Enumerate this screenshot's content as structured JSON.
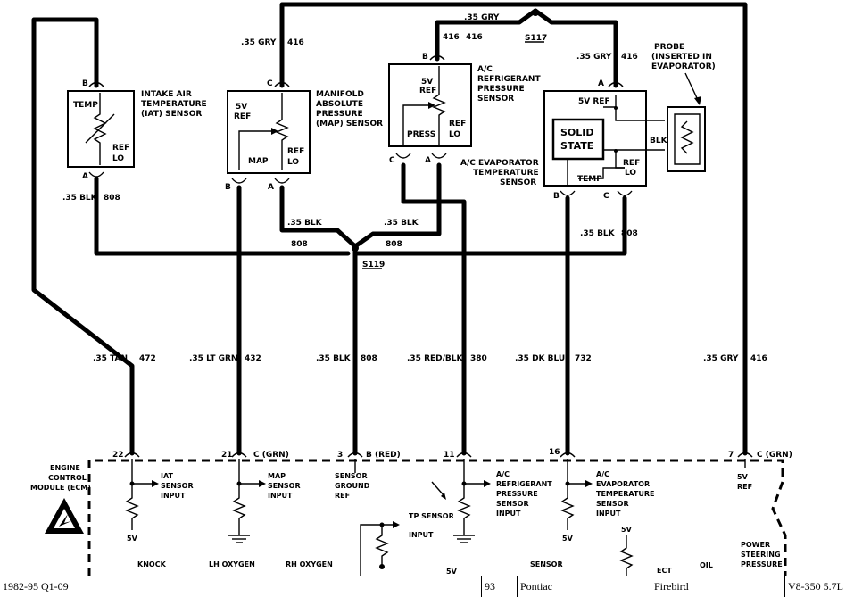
{
  "diagram": {
    "sensors": {
      "iat": {
        "name": "INTAKE AIR",
        "name2": "TEMPERATURE",
        "name3": "(IAT) SENSOR",
        "inner_top": "TEMP",
        "inner_ref": "REF",
        "inner_lo": "LO",
        "pin_top": "B",
        "pin_bottom": "A"
      },
      "map": {
        "name": "MANIFOLD",
        "name2": "ABSOLUTE",
        "name3": "PRESSURE",
        "name4": "(MAP) SENSOR",
        "inner_5v": "5V",
        "inner_ref": "REF",
        "inner_map": "MAP",
        "inner_ref2": "REF",
        "inner_lo": "LO",
        "pin_top": "C",
        "pin_b": "B",
        "pin_a": "A"
      },
      "acrp": {
        "name": "A/C",
        "name2": "REFRIGERANT",
        "name3": "PRESSURE",
        "name4": "SENSOR",
        "inner_5v": "5V",
        "inner_ref": "REF",
        "inner_press": "PRESS",
        "inner_ref2": "REF",
        "inner_lo": "LO",
        "pin_top": "B",
        "pin_c": "C",
        "pin_a": "A"
      },
      "acevap": {
        "name": "A/C EVAPORATOR",
        "name2": "TEMPERATURE",
        "name3": "SENSOR",
        "inner_5vref": "5V REF",
        "solid1": "SOLID",
        "solid2": "STATE",
        "inner_blk": "BLK",
        "inner_ref": "REF",
        "inner_lo": "LO",
        "inner_temp": "TEMP",
        "pin_top": "A",
        "pin_b": "B",
        "pin_c": "C"
      },
      "probe": {
        "name": "PROBE",
        "name2": "(INSERTED IN",
        "name3": "EVAPORATOR)"
      }
    },
    "wires": {
      "gry_top": ".35 GRY",
      "gry_top_num": "416",
      "gry_map": ".35 GRY",
      "gry_map_num": "416",
      "acrp_num": "416",
      "gry_evap": ".35 GRY",
      "gry_evap_num": "416",
      "blk_iat": ".35 BLK",
      "blk_iat_num": "808",
      "blk_map": ".35 BLK",
      "blk_map_num": "808",
      "blk_acrp": ".35 BLK",
      "blk_acrp_num": "808",
      "blk_evap": ".35 BLK",
      "blk_evap_num": "808",
      "tan": ".35 TAN",
      "tan_num": "472",
      "ltgrn": ".35 LT GRN",
      "ltgrn_num": "432",
      "blk_gnd": ".35 BLK",
      "blk_gnd_num": "808",
      "redblk": ".35 RED/BLK",
      "redblk_num": "380",
      "dkblu": ".35 DK BLU",
      "dkblu_num": "732",
      "gry_right": ".35 GRY",
      "gry_right_num": "416"
    },
    "splices": {
      "s117": "S117",
      "s119": "S119"
    },
    "ecm": {
      "label1": "ENGINE",
      "label2": "CONTROL",
      "label3": "MODULE (ECM)",
      "pins": {
        "p22": "22",
        "p21": "21",
        "p21c": "C (GRN)",
        "p3": "3",
        "p3b": "B (RED)",
        "p11": "11",
        "p16": "16",
        "p7": "7",
        "p7c": "C (GRN)"
      },
      "inputs": {
        "iat1": "IAT",
        "iat2": "SENSOR",
        "iat3": "INPUT",
        "map1": "MAP",
        "map2": "SENSOR",
        "map3": "INPUT",
        "gnd1": "SENSOR",
        "gnd2": "GROUND",
        "gnd3": "REF",
        "acrp1": "A/C",
        "acrp2": "REFRIGERANT",
        "acrp3": "PRESSURE",
        "acrp4": "SENSOR",
        "acrp5": "INPUT",
        "acev1": "A/C",
        "acev2": "EVAPORATOR",
        "acev3": "TEMPERATURE",
        "acev4": "SENSOR",
        "acev5": "INPUT",
        "ref5v1": "5V",
        "ref5v2": "REF",
        "tp1": "TP SENSOR",
        "tp2": "INPUT"
      },
      "five_v": "5V",
      "bottom": {
        "knock": "KNOCK",
        "lhox": "LH OXYGEN",
        "rhox": "RH OXYGEN",
        "fivev": "5V",
        "sensor": "SENSOR",
        "ect": "ECT",
        "oil": "OIL",
        "ps1": "POWER",
        "ps2": "STEERING",
        "ps3": "PRESSURE"
      }
    }
  },
  "footer": {
    "years_code": "1982-95 Q1-09",
    "year": "93",
    "make": "Pontiac",
    "model": "Firebird",
    "engine": "V8-350 5.7L"
  }
}
